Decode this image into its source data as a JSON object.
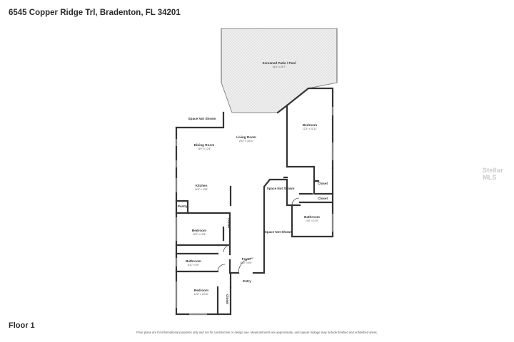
{
  "header": {
    "address": "6545 Copper Ridge Trl, Bradenton, FL 34201"
  },
  "floor": {
    "label": "Floor 1"
  },
  "footer": {
    "disclaimer": "Floor plans are for informational purposes only and not for construction or design use. Measurements are approximate, and square footage may include finished and unfinished areas."
  },
  "watermark": {
    "text": "Stellar MLS"
  },
  "rooms": {
    "patio": {
      "name": "Screened Patio / Pool",
      "dims": "31'4\" x 25'7\""
    },
    "living": {
      "name": "Living Room",
      "dims": "20'3\" x 15'11\""
    },
    "dining": {
      "name": "Dining Room",
      "dims": "14'9\" x 12'8\""
    },
    "bedroom_ne": {
      "name": "Bedroom",
      "dims": "12'3\" x 21'11\""
    },
    "kitchen": {
      "name": "Kitchen",
      "dims": "14'8\" x 10'8\""
    },
    "pantry": {
      "name": "Pantry"
    },
    "bedroom_w": {
      "name": "Bedroom",
      "dims": "12'0\" x 10'8\""
    },
    "closet_w": {
      "name": "Closet"
    },
    "bath_w": {
      "name": "Bathroom",
      "dims": "8'11\" x 5'0\""
    },
    "foyer": {
      "name": "Foyer",
      "dims": "8'10\" x 8'4\""
    },
    "bedroom_sw": {
      "name": "Bedroom",
      "dims": "14'6\" x 10'10\""
    },
    "closet_sw": {
      "name": "Closet"
    },
    "closet_e1": {
      "name": "Closet"
    },
    "closet_e2": {
      "name": "Closet"
    },
    "bath_e": {
      "name": "Bathroom",
      "dims": "10'0\" x 11'0\""
    }
  },
  "notes": {
    "space_top": "Space Not Shown",
    "space_mid": "Space Not Shown",
    "space_lower": "Space Not Shown",
    "entry": "Entry"
  }
}
